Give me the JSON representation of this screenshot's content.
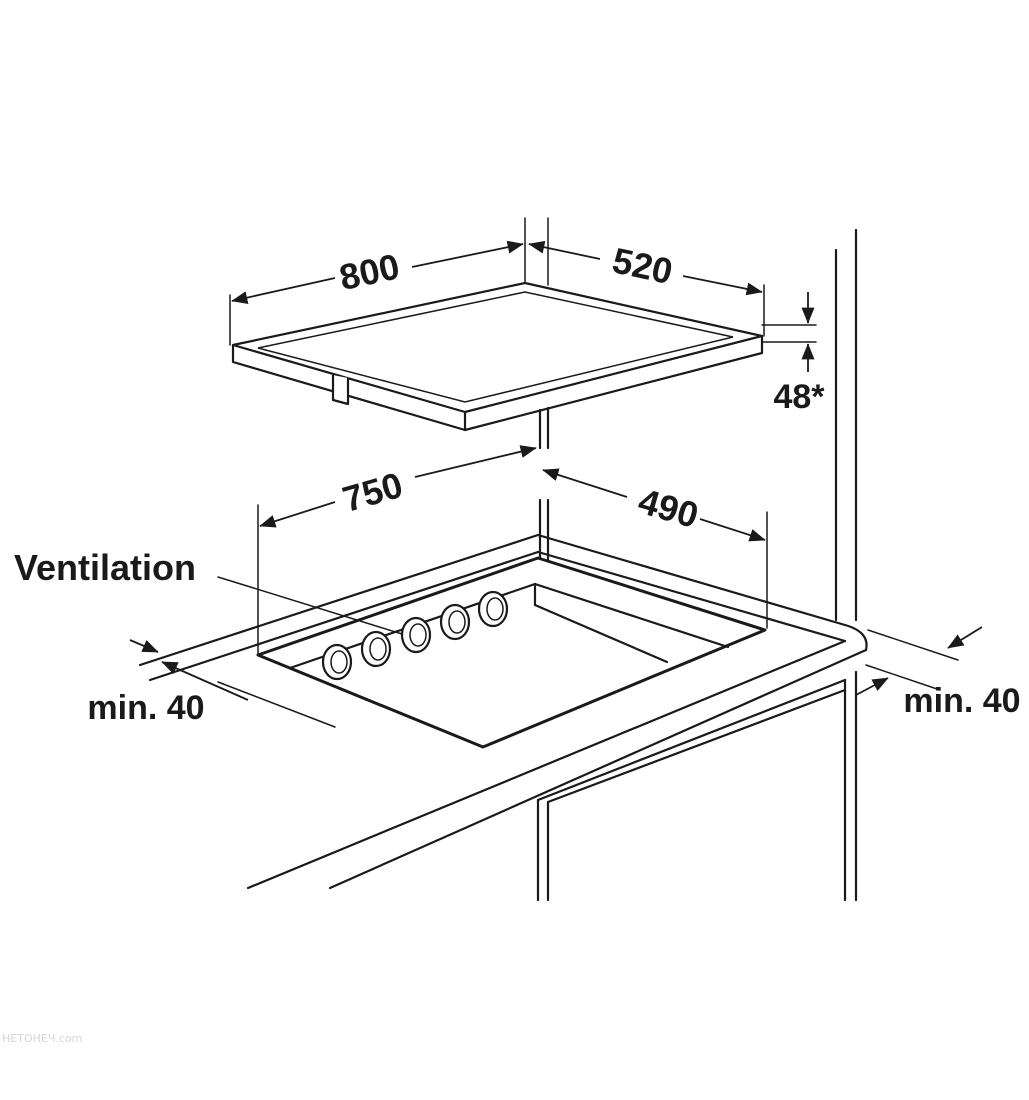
{
  "diagram": {
    "labels": {
      "hob_width": "800",
      "hob_depth": "520",
      "hob_height": "48*",
      "cutout_width": "750",
      "cutout_depth": "490",
      "ventilation": "Ventilation",
      "min_front": "min. 40",
      "min_side": "min. 40"
    },
    "watermark": "НЕТОНЕЧ.com"
  }
}
